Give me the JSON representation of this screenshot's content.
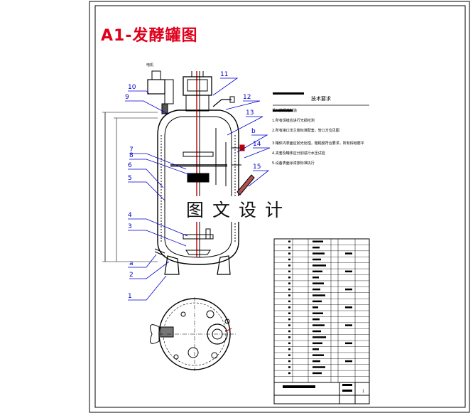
{
  "drawing": {
    "title": "A1-发酵罐图",
    "watermark": "图文设计",
    "tech_requirements": {
      "heading": "技术要求",
      "lines": [
        "设计按规范制造",
        "1.所有焊缝应进行无损检测",
        "2.所有接口法兰按标准配套，管口方位见图",
        "3.罐体内表面应抛光处理，粗糙度符合要求，所有焊缝磨平",
        "4.夹套及罐体应分别进行水压试验",
        "5.设备表面涂漆按标准执行"
      ]
    },
    "motor_note": "电机",
    "callouts": [
      "10",
      "9",
      "7",
      "8",
      "6",
      "5",
      "4",
      "3",
      "a",
      "2",
      "1",
      "11",
      "12",
      "13",
      "b",
      "14",
      "15"
    ],
    "sheet_number": "1",
    "colors": {
      "title": "#e0001b",
      "callout": "#0000cc",
      "line": "#000000"
    }
  }
}
